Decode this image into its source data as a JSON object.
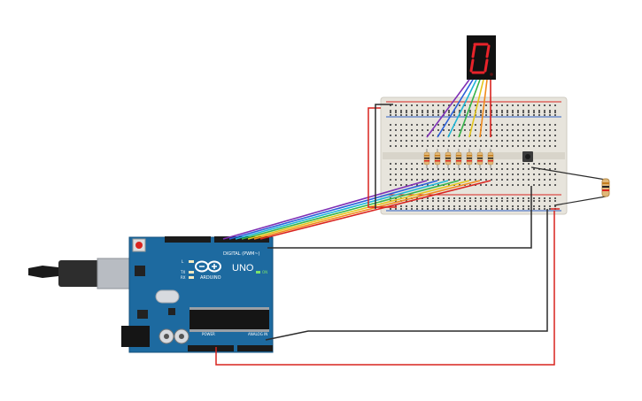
{
  "arduino": {
    "brand": "ARDUINO",
    "model": "UNO",
    "digital_label": "DIGITAL (PWM~)",
    "power_label": "POWER",
    "analog_label": "ANALOG IN",
    "on_label": "ON",
    "tx_label": "TX",
    "rx_label": "RX",
    "l_label": "L"
  },
  "seven_segment": {
    "digit": "0",
    "segment_color": "#e8232a",
    "body_color": "#111111"
  },
  "wire_colors": {
    "purple": "#7e2fb5",
    "blue": "#2b5fd9",
    "cyan": "#1fb5d6",
    "green": "#35b34a",
    "yellow": "#e3c51b",
    "orange": "#f08a1c",
    "red": "#d9241f",
    "black": "#2b2b2b"
  },
  "colors": {
    "board": "#1d6aa0",
    "breadboard": "#e7e4dc",
    "rail_red": "#d9241f",
    "rail_blue": "#2f5fc4"
  }
}
